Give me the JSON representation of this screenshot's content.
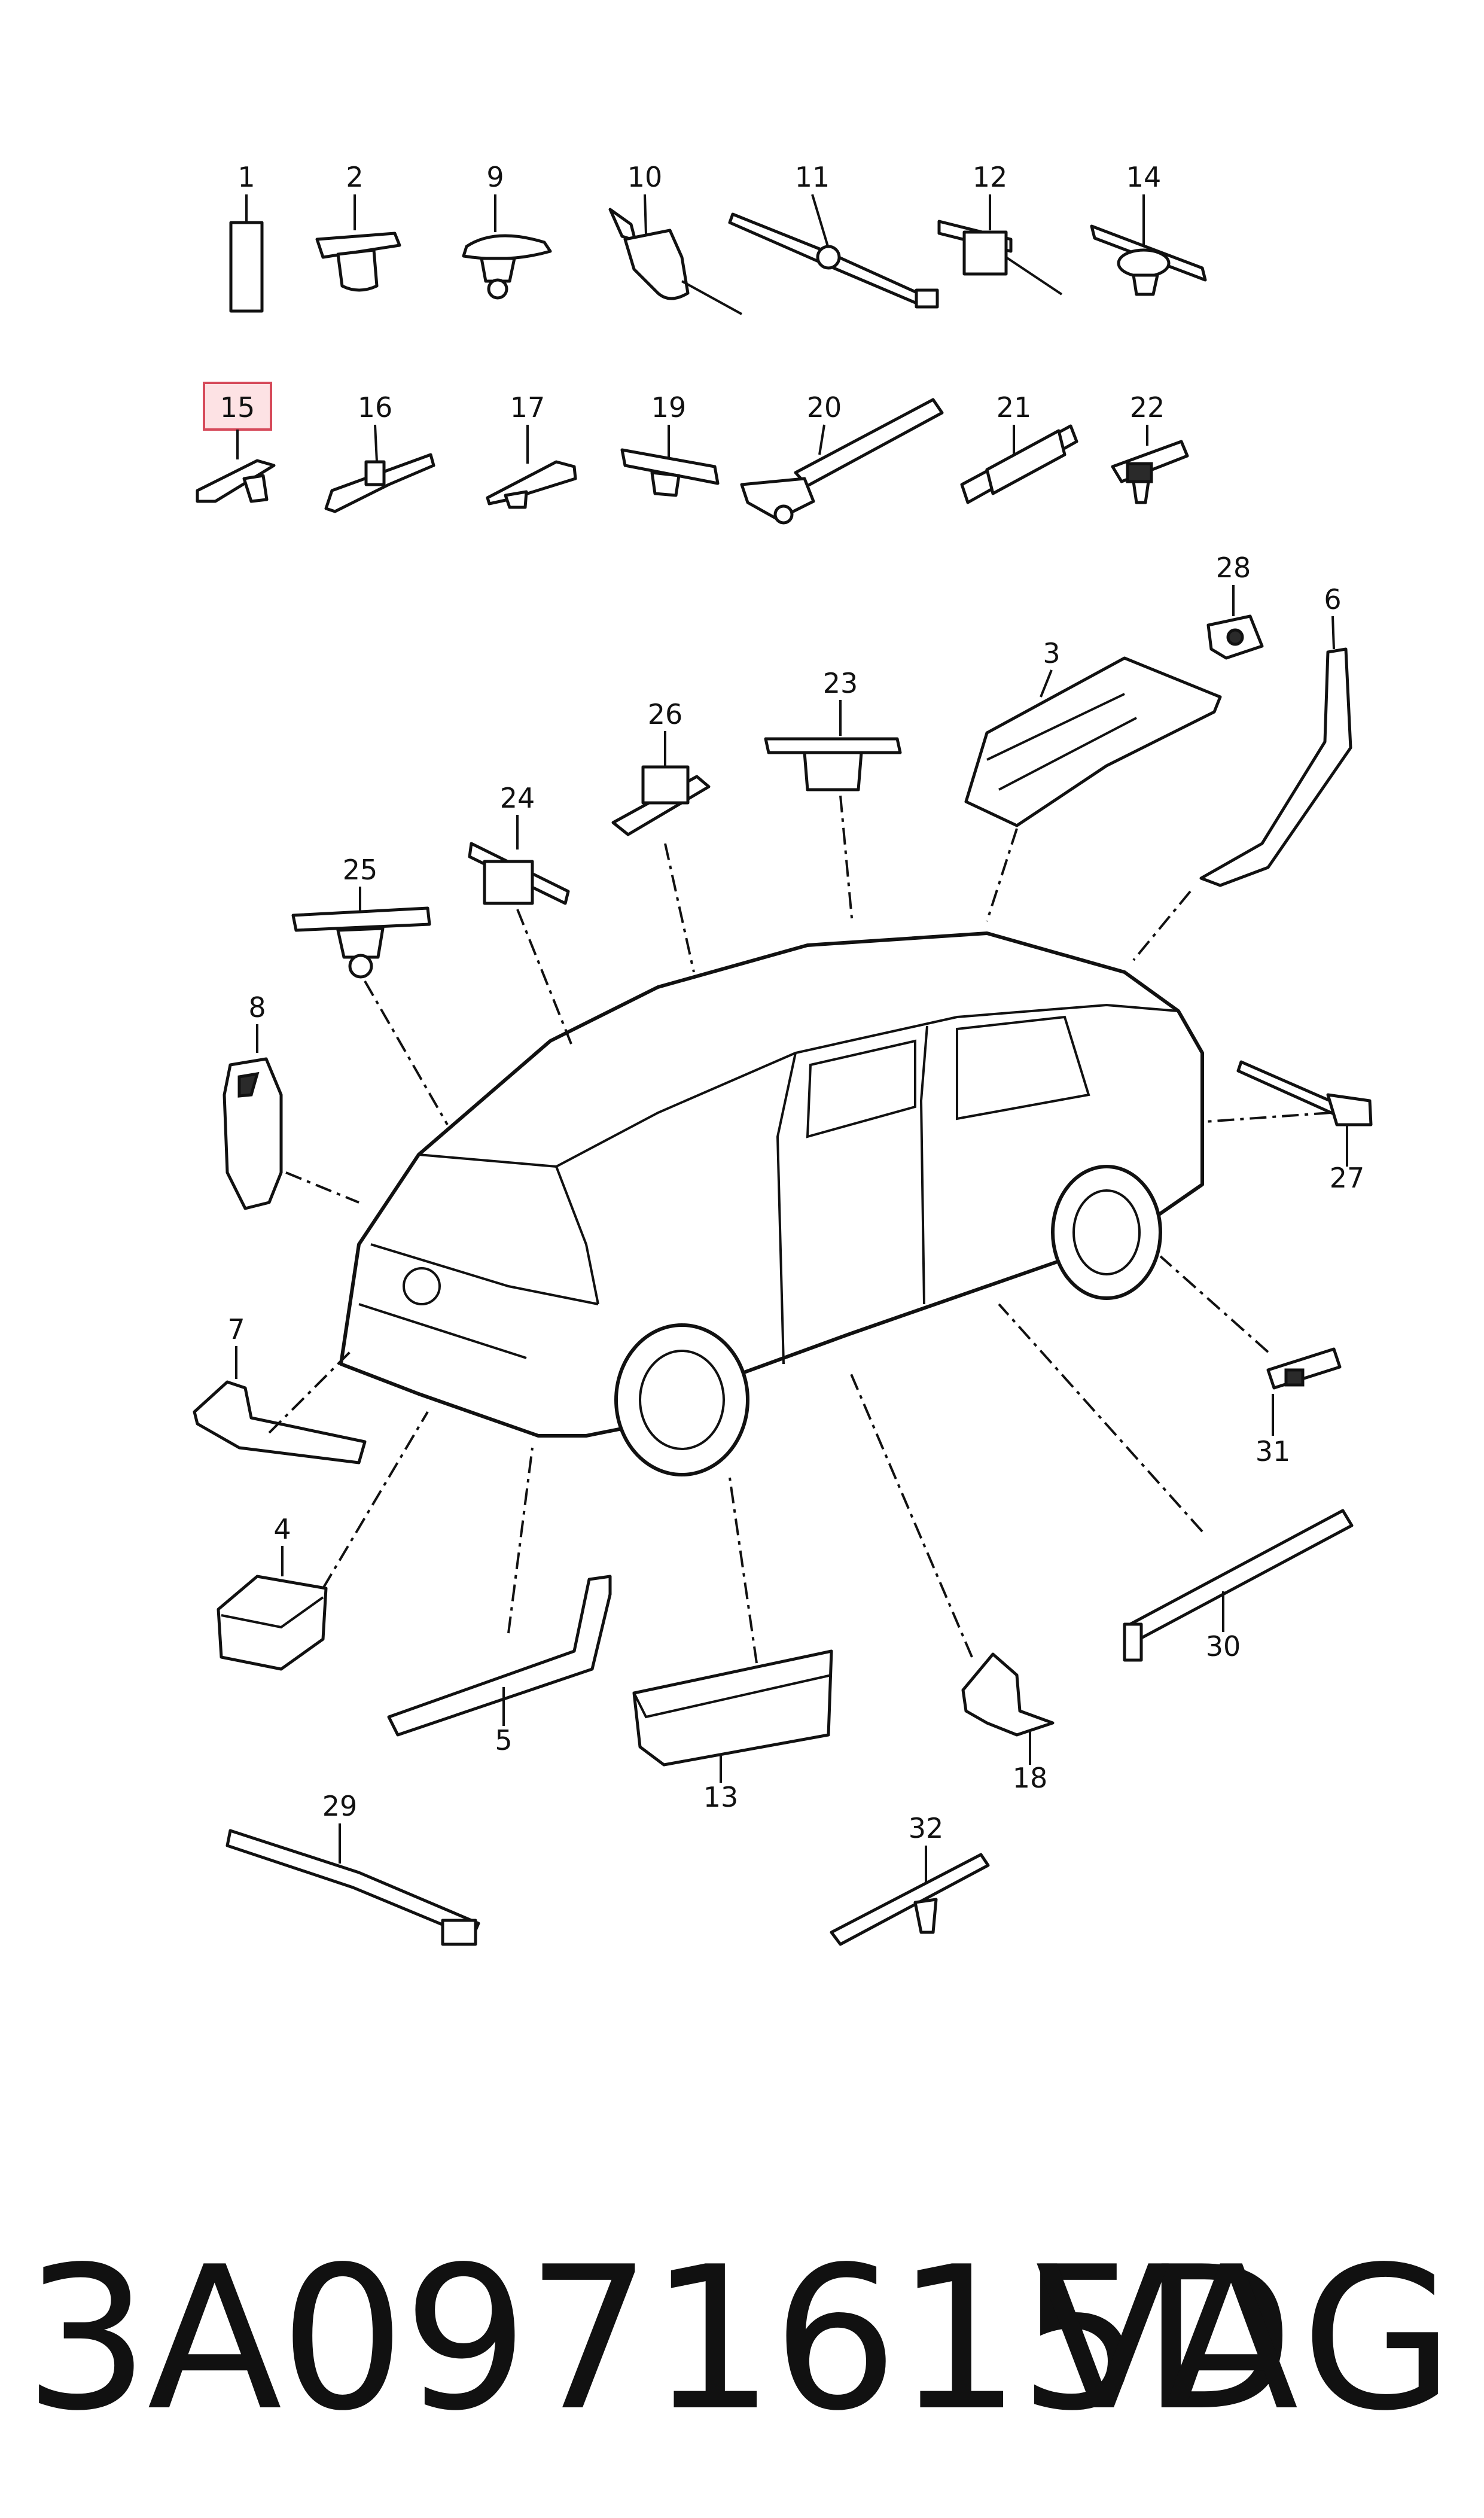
{
  "diagram": {
    "callouts": {
      "c1": "1",
      "c2": "2",
      "c9": "9",
      "c10": "10",
      "c11": "11",
      "c12": "12",
      "c14": "14",
      "c15": "15",
      "c16": "16",
      "c17": "17",
      "c19": "19",
      "c20": "20",
      "c21": "21",
      "c22": "22",
      "c28": "28",
      "c6": "6",
      "c3": "3",
      "c23": "23",
      "c26": "26",
      "c24": "24",
      "c25": "25",
      "c8": "8",
      "c27": "27",
      "c7": "7",
      "c31": "31",
      "c4": "4",
      "c30": "30",
      "c5": "5",
      "c13": "13",
      "c18": "18",
      "c29": "29",
      "c32": "32"
    },
    "highlighted_callout": "15",
    "highlight_color": "#d64a5a"
  },
  "footer": {
    "part_number": "3A0971615D",
    "brand": "VAG"
  }
}
